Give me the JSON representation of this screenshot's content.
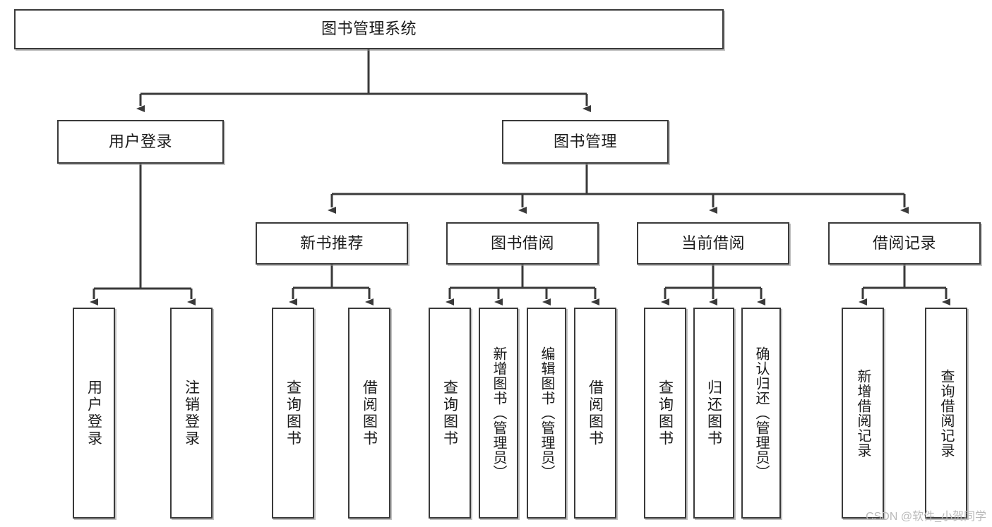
{
  "diagram": {
    "title": "图书管理系统",
    "type": "tree",
    "watermark": "CSDN @软件_小贺同学",
    "colors": {
      "box_border": "#3a3a3a",
      "box_fill": "#ffffff",
      "connector": "#3a3a3a",
      "text": "#1b1b1b",
      "watermark": "#b9b9b9"
    },
    "nodes": {
      "root": {
        "label": "图书管理系统",
        "level": 1
      },
      "l2": [
        {
          "id": "user-login",
          "label": "用户登录",
          "level": 2
        },
        {
          "id": "book-manage",
          "label": "图书管理",
          "level": 2
        }
      ],
      "l3": [
        {
          "id": "new-book-recommend",
          "label": "新书推荐",
          "level": 3,
          "parent": "book-manage"
        },
        {
          "id": "book-borrow",
          "label": "图书借阅",
          "level": 3,
          "parent": "book-manage"
        },
        {
          "id": "current-borrow",
          "label": "当前借阅",
          "level": 3,
          "parent": "book-manage"
        },
        {
          "id": "borrow-record",
          "label": "借阅记录",
          "level": 3,
          "parent": "book-manage"
        }
      ],
      "leaves": [
        {
          "id": "leaf-user-login",
          "label": "用户登录",
          "parent": "user-login"
        },
        {
          "id": "leaf-user-logout",
          "label": "注销登录",
          "parent": "user-login"
        },
        {
          "id": "leaf-query-book-1",
          "label": "查询图书",
          "parent": "new-book-recommend"
        },
        {
          "id": "leaf-borrow-book-1",
          "label": "借阅图书",
          "parent": "new-book-recommend"
        },
        {
          "id": "leaf-query-book-2",
          "label": "查询图书",
          "parent": "book-borrow"
        },
        {
          "id": "leaf-add-book",
          "label": "新增图书（管理员）",
          "parent": "book-borrow"
        },
        {
          "id": "leaf-edit-book",
          "label": "编辑图书（管理员）",
          "parent": "book-borrow"
        },
        {
          "id": "leaf-borrow-book-2",
          "label": "借阅图书",
          "parent": "book-borrow"
        },
        {
          "id": "leaf-query-book-3",
          "label": "查询图书",
          "parent": "current-borrow"
        },
        {
          "id": "leaf-return-book",
          "label": "归还图书",
          "parent": "current-borrow"
        },
        {
          "id": "leaf-confirm-return",
          "label": "确认归还（管理员）",
          "parent": "current-borrow"
        },
        {
          "id": "leaf-add-record",
          "label": "新增借阅记录",
          "parent": "borrow-record"
        },
        {
          "id": "leaf-query-record",
          "label": "查询借阅记录",
          "parent": "borrow-record"
        }
      ]
    }
  }
}
